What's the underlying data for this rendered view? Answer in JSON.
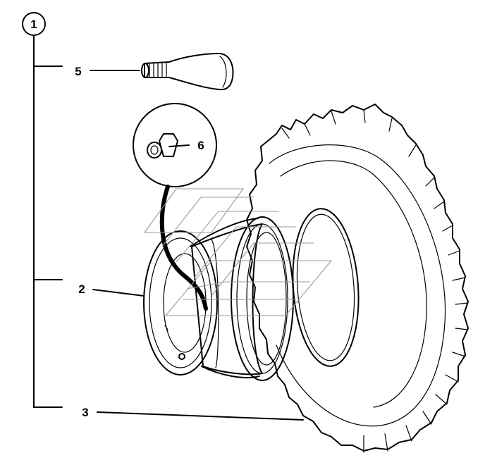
{
  "callouts": [
    {
      "id": "1",
      "label": "1"
    },
    {
      "id": "2",
      "label": "2"
    },
    {
      "id": "3",
      "label": "3"
    },
    {
      "id": "5",
      "label": "5"
    },
    {
      "id": "6",
      "label": "6"
    }
  ],
  "colors": {
    "line": "#000000",
    "background": "#ffffff",
    "watermark": "#9a9a9a"
  }
}
